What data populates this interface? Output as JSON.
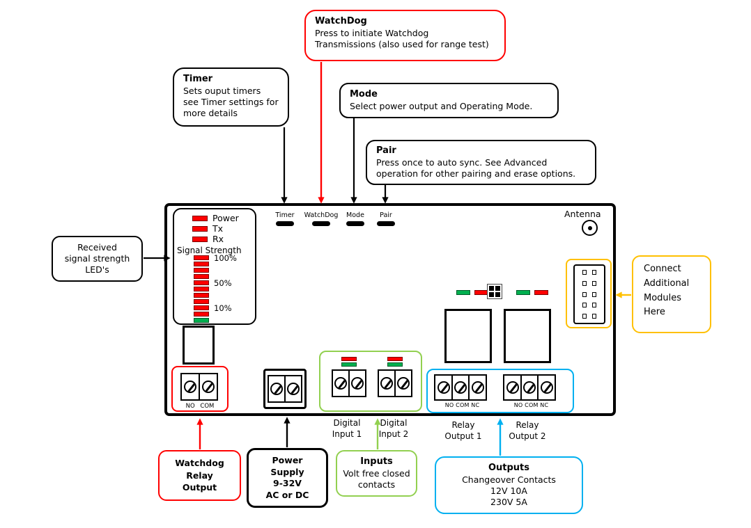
{
  "colors": {
    "callout_red": "#FF0000",
    "callout_orange": "#FFC000",
    "callout_green": "#92D050",
    "callout_blue": "#00B0F0",
    "led_red": "#FF0000",
    "led_green": "#00B050"
  },
  "callouts": {
    "watchdog": {
      "title": "WatchDog",
      "body": "Press to initiate Watchdog\nTransmissions (also used for range test)"
    },
    "timer": {
      "title": "Timer",
      "body": "Sets ouput timers\nsee Timer settings for\nmore details"
    },
    "mode": {
      "title": "Mode",
      "body": "Select power output and Operating Mode."
    },
    "pair": {
      "title": "Pair",
      "body": "Press once to auto sync. See Advanced\noperation for other pairing and erase options."
    },
    "received_leds": {
      "body": "Received\nsignal strength\nLED's"
    },
    "connect_modules": {
      "body": "Connect\nAdditional\nModules\nHere"
    },
    "watchdog_relay": {
      "body": "Watchdog\nRelay\nOutput"
    },
    "power_supply": {
      "body": "Power\nSupply\n9-32V\nAC or DC"
    },
    "inputs": {
      "title": "Inputs",
      "body": "Volt free closed\ncontacts"
    },
    "outputs": {
      "title": "Outputs",
      "body": "Changeover Contacts\n12V 10A\n230V 5A"
    }
  },
  "board": {
    "status_leds": [
      {
        "label": "Power"
      },
      {
        "label": "Tx"
      },
      {
        "label": "Rx"
      }
    ],
    "signal_strength": {
      "label": "Signal Strength",
      "tick_100": "100%",
      "tick_50": "50%",
      "tick_10": "10%"
    },
    "buttons": [
      {
        "label": "Timer"
      },
      {
        "label": "WatchDog"
      },
      {
        "label": "Mode"
      },
      {
        "label": "Pair"
      }
    ],
    "antenna_label": "Antenna",
    "terminal_labels": {
      "watchdog_relay": "NO COM",
      "relay_output_1": "NO COM NC",
      "relay_output_2": "NO COM NC"
    },
    "port_labels": {
      "digital_input_1": "Digital\nInput 1",
      "digital_input_2": "Digital\nInput 2",
      "relay_output_1": "Relay\nOutput 1",
      "relay_output_2": "Relay\nOutput 2"
    }
  }
}
